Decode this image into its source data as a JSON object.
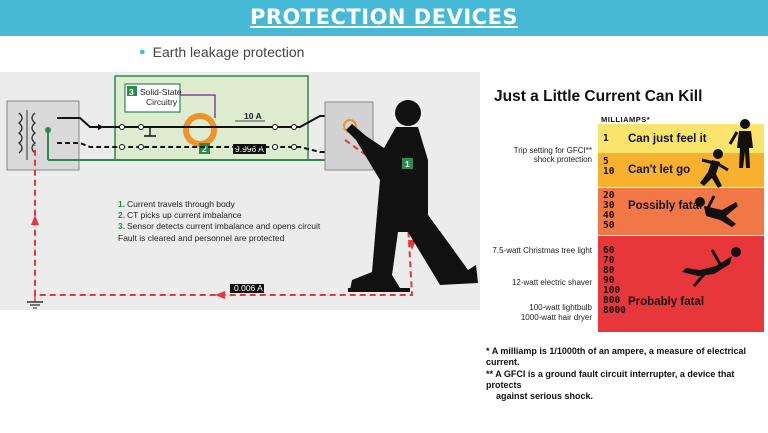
{
  "header": {
    "title": "PROTECTION DEVICES"
  },
  "bullet": {
    "text": "Earth leakage protection"
  },
  "diagram": {
    "box_number": "3",
    "box_label_line1": "Solid-State",
    "box_label_line2": "Circuitry",
    "current_out": "10 A",
    "current_return": "9.996 A",
    "ct_number": "2",
    "body_number": "1",
    "leak_current": "0.006 A",
    "steps": [
      {
        "num": "1.",
        "text": "Current travels through body"
      },
      {
        "num": "2.",
        "text": "CT picks up current imbalance"
      },
      {
        "num": "3.",
        "text": "Sensor detects current imbalance and opens circuit"
      }
    ],
    "result": "Fault is cleared and personnel are protected"
  },
  "chart": {
    "title": "Just a Little Current Can Kill",
    "unit_label": "MILLIAMPS*",
    "bands": [
      {
        "values": [
          "1"
        ],
        "effect": "Can just feel it",
        "color": "#fbe46c"
      },
      {
        "values": [
          "5",
          "10"
        ],
        "effect": "Can't let go",
        "color": "#f7b12e"
      },
      {
        "values": [
          "20",
          "30",
          "40",
          "50"
        ],
        "effect": "Possibly fatal",
        "color": "#f17747"
      },
      {
        "values": [
          "60",
          "70",
          "80",
          "90",
          "100",
          "800",
          "8000"
        ],
        "effect": "Probably fatal",
        "color": "#e8373b"
      }
    ],
    "side_labels": {
      "gfci_line1": "Trip setting for GFCI**",
      "gfci_line2": "shock protection",
      "xmas": "7.5-watt Christmas tree light",
      "shaver": "12-watt electric shaver",
      "bulb": "100-watt lightbulb",
      "dryer": "1000-watt hair dryer"
    },
    "footnotes": {
      "note1_mark": "*",
      "note1_text": "A milliamp is 1/1000th of an ampere, a measure of electrical current.",
      "note2_mark": "**",
      "note2_line1": "A GFCI is a ground fault circuit interrupter, a device that protects",
      "note2_line2": "against serious shock."
    }
  }
}
